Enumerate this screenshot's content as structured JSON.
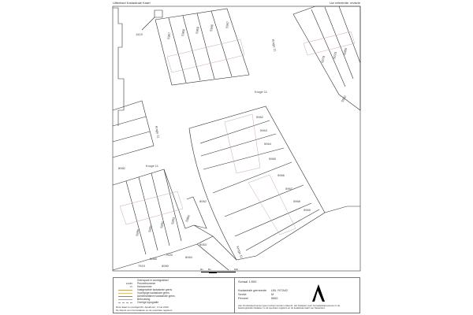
{
  "header": {
    "title": "Uittreksel Kadastrale Kaart",
    "reference": "Uw referentie: revisrie"
  },
  "map": {
    "streets": [
      "Kroge 11",
      "Kroge 11",
      "Kroge 11",
      "Kroge 11",
      "Kroge 11"
    ],
    "parcels_top": [
      "5967",
      "5968",
      "5969",
      "5946",
      "5947"
    ],
    "parcels_right": [
      "6078",
      "6079",
      "6080",
      "5960"
    ],
    "parcels_middle": [
      "5962",
      "5963",
      "5964",
      "5965",
      "5966",
      "5967",
      "5968",
      "5969"
    ],
    "parcels_bottom": [
      "5980",
      "5981",
      "5982",
      "5983",
      "5984"
    ],
    "parcels_other": [
      "1419",
      "8982",
      "8062",
      "8063",
      "8064",
      "7520",
      "6068",
      "6060",
      "7519"
    ],
    "scale_ticks": [
      "0m",
      "5m",
      "10m"
    ]
  },
  "legend": {
    "items": [
      {
        "symbol": "",
        "label": "Grenspunt in woningstelsel"
      },
      {
        "symbol": "12345",
        "label": "Perceelnummer"
      },
      {
        "symbol": "25",
        "label": "Huisnummer"
      },
      {
        "symbol": "",
        "label": "Vastgestelde kadastrale grens"
      },
      {
        "symbol": "",
        "label": "Voorlopige kadastrale grens"
      },
      {
        "symbol": "",
        "label": "Administratieve kadastrale grens"
      },
      {
        "symbol": "",
        "label": "Bebouwing"
      },
      {
        "symbol": "",
        "label": "Overige topografie"
      }
    ],
    "footer_1": "Deze kaart is noordgericht. Apeldoorn, 3 mei 2019",
    "footer_2": "De Dienst voor het kadaster en de openbare registers"
  },
  "info": {
    "scale": "Schaal 1:500",
    "gemeente_label": "Kadastrale gemeente",
    "gemeente_value": "LBL Y07A02",
    "sectie_label": "Sectie",
    "sectie_value": "M",
    "perceel_label": "Perceel",
    "perceel_value": "5962",
    "disclaimer": "Aan dit uittreksel kunnen geen rechten worden ontleend. Het Kadaster voert het kadastraal perceel in de basisregistratie Kadaster, in de openbare registers en de kadastrale kaart van Nederland."
  }
}
